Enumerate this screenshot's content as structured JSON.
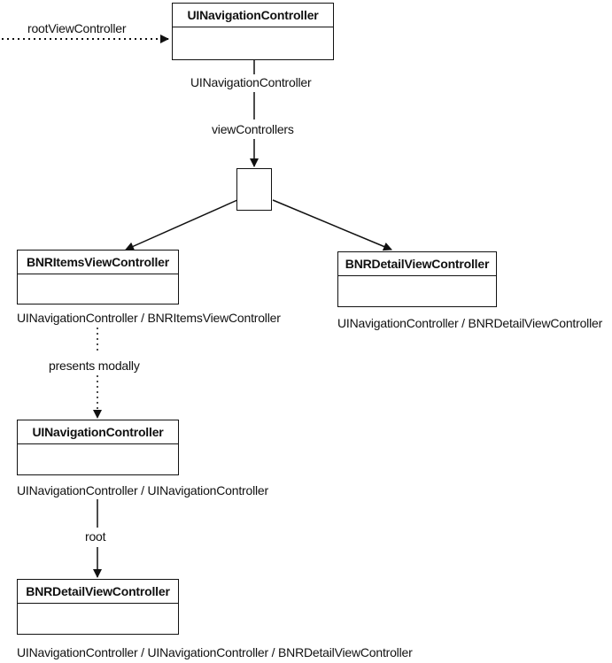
{
  "root_label": "rootViewController",
  "nav_controller": {
    "title": "UINavigationController",
    "path": "UINavigationController",
    "edge_label": "viewControllers"
  },
  "items_vc": {
    "title": "BNRItemsViewController",
    "path": "UINavigationController / BNRItemsViewController",
    "edge_label": "presents modally"
  },
  "detail_vc": {
    "title": "BNRDetailViewController",
    "path": "UINavigationController / BNRDetailViewController"
  },
  "modal_nav": {
    "title": "UINavigationController",
    "path": "UINavigationController / UINavigationController",
    "edge_label": "root"
  },
  "modal_detail": {
    "title": "BNRDetailViewController",
    "path": "UINavigationController / UINavigationController / BNRDetailViewController"
  }
}
